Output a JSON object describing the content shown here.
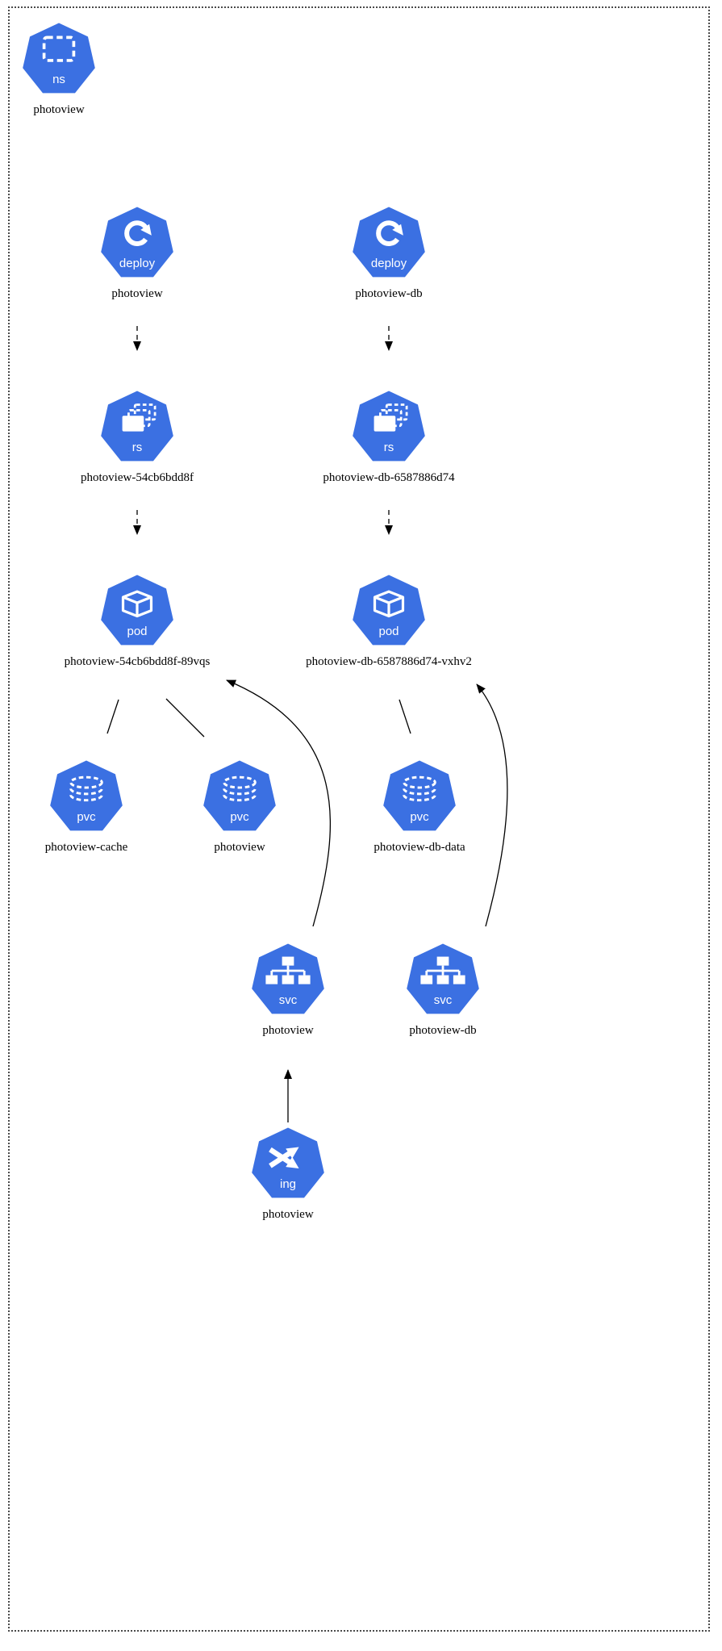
{
  "colors": {
    "node_fill": "#3b70e2",
    "icon_text": "#ffffff",
    "label_text": "#000000",
    "edge": "#000000"
  },
  "nodes": [
    {
      "kind": "namespace",
      "type_label": "ns",
      "name": "photoview"
    },
    {
      "kind": "deployment",
      "type_label": "deploy",
      "name": "photoview"
    },
    {
      "kind": "deployment",
      "type_label": "deploy",
      "name": "photoview-db"
    },
    {
      "kind": "replicaset",
      "type_label": "rs",
      "name": "photoview-54cb6bdd8f"
    },
    {
      "kind": "replicaset",
      "type_label": "rs",
      "name": "photoview-db-6587886d74"
    },
    {
      "kind": "pod",
      "type_label": "pod",
      "name": "photoview-54cb6bdd8f-89vqs"
    },
    {
      "kind": "pod",
      "type_label": "pod",
      "name": "photoview-db-6587886d74-vxhv2"
    },
    {
      "kind": "persistentvolumeclaim",
      "type_label": "pvc",
      "name": "photoview-cache"
    },
    {
      "kind": "persistentvolumeclaim",
      "type_label": "pvc",
      "name": "photoview"
    },
    {
      "kind": "persistentvolumeclaim",
      "type_label": "pvc",
      "name": "photoview-db-data"
    },
    {
      "kind": "service",
      "type_label": "svc",
      "name": "photoview"
    },
    {
      "kind": "service",
      "type_label": "svc",
      "name": "photoview-db"
    },
    {
      "kind": "ingress",
      "type_label": "ing",
      "name": "photoview"
    }
  ],
  "edges": [
    {
      "from": "deploy/photoview",
      "to": "rs/photoview-54cb6bdd8f",
      "style": "dashed-arrow"
    },
    {
      "from": "deploy/photoview-db",
      "to": "rs/photoview-db-6587886d74",
      "style": "dashed-arrow"
    },
    {
      "from": "rs/photoview-54cb6bdd8f",
      "to": "pod/photoview-54cb6bdd8f-89vqs",
      "style": "dashed-arrow"
    },
    {
      "from": "rs/photoview-db-6587886d74",
      "to": "pod/photoview-db-6587886d74-vxhv2",
      "style": "dashed-arrow"
    },
    {
      "from": "pod/photoview-54cb6bdd8f-89vqs",
      "to": "pvc/photoview-cache",
      "style": "line"
    },
    {
      "from": "pod/photoview-54cb6bdd8f-89vqs",
      "to": "pvc/photoview",
      "style": "line"
    },
    {
      "from": "pod/photoview-db-6587886d74-vxhv2",
      "to": "pvc/photoview-db-data",
      "style": "line"
    },
    {
      "from": "svc/photoview",
      "to": "pod/photoview-54cb6bdd8f-89vqs",
      "style": "curved-arrow"
    },
    {
      "from": "svc/photoview-db",
      "to": "pod/photoview-db-6587886d74-vxhv2",
      "style": "curved-arrow"
    },
    {
      "from": "ing/photoview",
      "to": "svc/photoview",
      "style": "arrow"
    }
  ]
}
